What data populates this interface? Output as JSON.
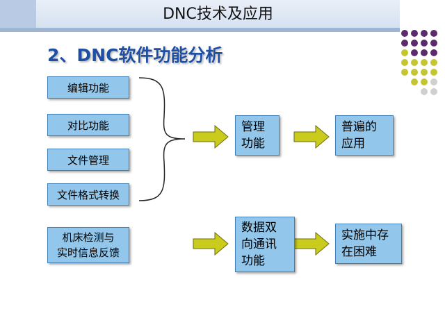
{
  "header": {
    "title": "DNC技术及应用"
  },
  "subtitle": "2、DNC软件功能分析",
  "left_items": [
    "编辑功能",
    "对比功能",
    "文件管理",
    "文件格式转换"
  ],
  "management": {
    "line1": "管理",
    "line2": "功能"
  },
  "universal": {
    "line1": "普遍的",
    "line2": "应用"
  },
  "monitor": {
    "line1": "机床检测与",
    "line2": "实时信息反馈"
  },
  "comm": {
    "line1": "数据双",
    "line2": "向通讯",
    "line3": "功能"
  },
  "difficulty": {
    "line1": "实施中存",
    "line2": "在困难"
  },
  "colors": {
    "box_fill": "#92c7eb",
    "arrow_fill": "#c9cc1c",
    "title_blue": "#1f4fa3",
    "dot_purple": "#5e2a6e",
    "dot_olive": "#c3c631",
    "dot_gray": "#cfcfcf"
  }
}
